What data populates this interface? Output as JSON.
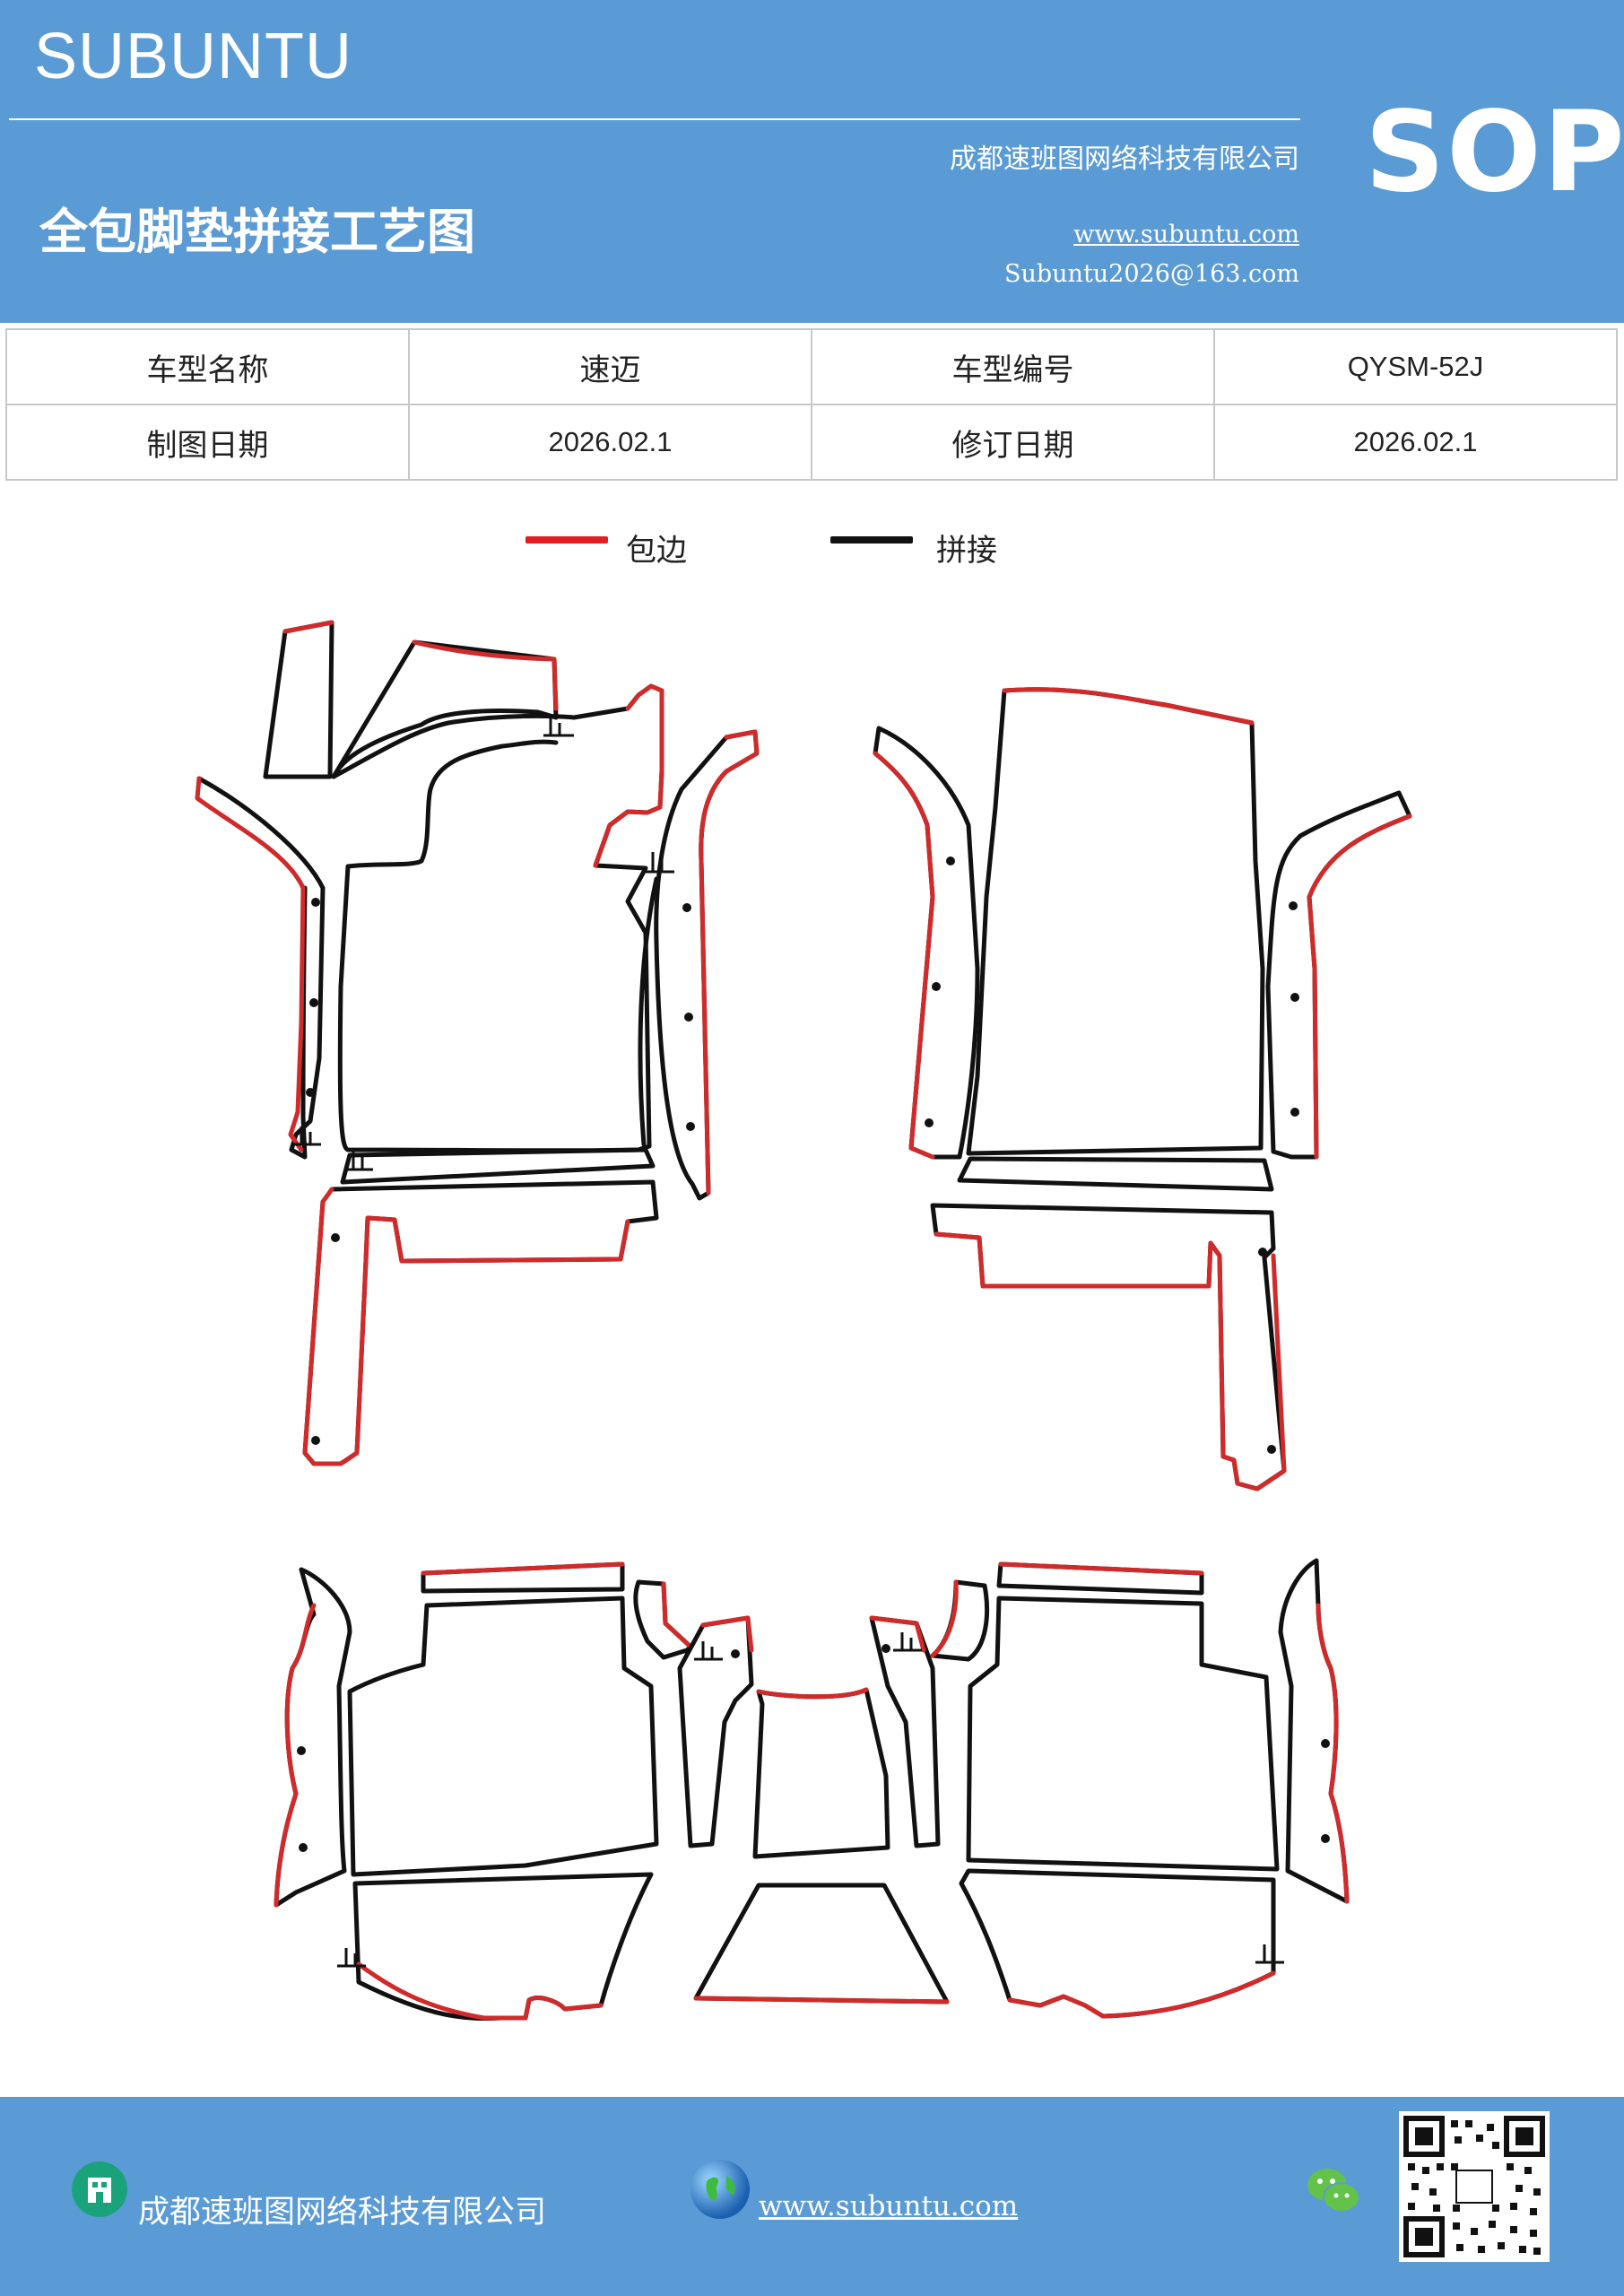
{
  "header": {
    "brand": "SUBUNTU",
    "title": "全包脚垫拼接工艺图",
    "company": "成都速班图网络科技有限公司",
    "website": "www.subuntu.com",
    "email": "Subuntu2026@163.com",
    "badge": "SOP"
  },
  "info_table": {
    "rows": [
      [
        "车型名称",
        "速迈",
        "车型编号",
        "QYSM-52J"
      ],
      [
        "制图日期",
        "2026.02.1",
        "修订日期",
        "2026.02.1"
      ]
    ]
  },
  "legend": {
    "items": [
      {
        "label": "包边",
        "color": "#e02020"
      },
      {
        "label": "拼接",
        "color": "#111111"
      }
    ]
  },
  "colors": {
    "header_bg": "#5b9bd5",
    "edge_red": "#d02a2a",
    "seam_black": "#111111"
  },
  "footer": {
    "company": "成都速班图网络科技有限公司",
    "website": "www.subuntu.com",
    "icons": [
      "building-icon",
      "globe-icon",
      "wechat-icon",
      "qr-code"
    ]
  }
}
